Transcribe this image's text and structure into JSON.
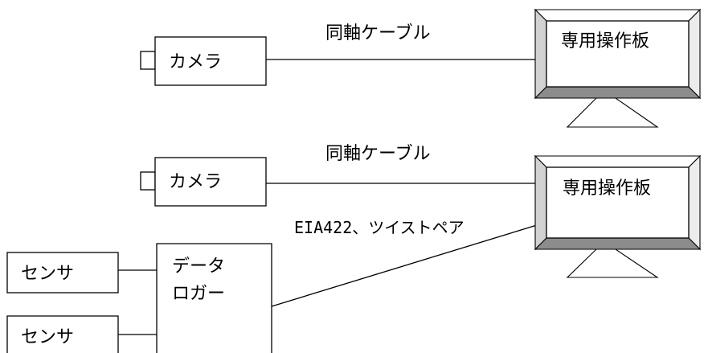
{
  "cable_top": "同軸ケーブル",
  "cable_bottom": "同軸ケーブル",
  "camera_top": "カメラ",
  "camera_bottom": "カメラ",
  "monitor_top": "専用操作板",
  "monitor_bottom": "専用操作板",
  "serial_link": "EIA422、ツイストペア",
  "sensor_1": "センサ",
  "sensor_2": "センサ",
  "logger_line1": "データ",
  "logger_line2": "ロガー"
}
